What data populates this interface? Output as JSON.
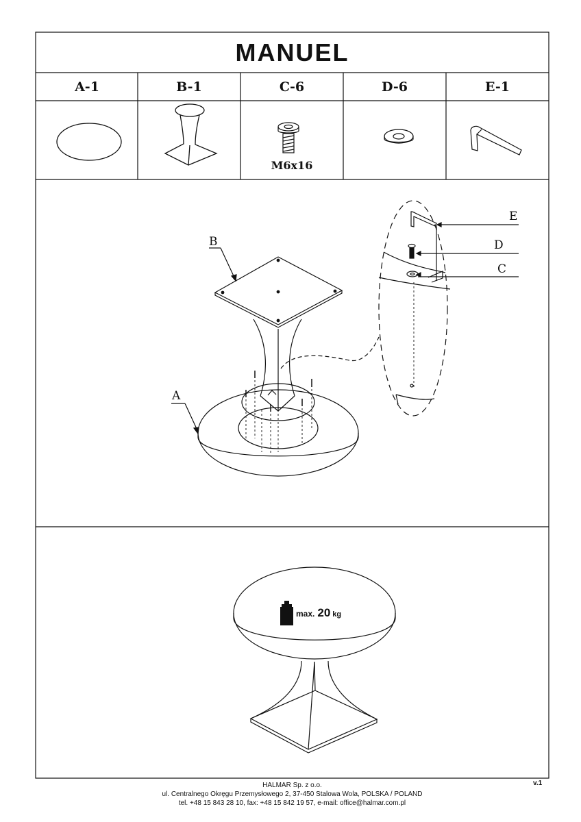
{
  "document": {
    "title": "MANUEL",
    "version": "v.1"
  },
  "parts": [
    {
      "label": "A-1"
    },
    {
      "label": "B-1"
    },
    {
      "label": "C-6"
    },
    {
      "label": "D-6"
    },
    {
      "label": "E-1"
    }
  ],
  "screw_size": "M6x16",
  "assembly_callouts": {
    "a": "A",
    "b": "B",
    "c": "C",
    "d": "D",
    "e": "E"
  },
  "load": {
    "prefix": "max.",
    "value": "20",
    "unit": "kg"
  },
  "footer": {
    "company": "HALMAR Sp. z o.o.",
    "address": "ul. Centralnego Okręgu Przemysłowego 2, 37-450 Stalowa Wola, POLSKA / POLAND",
    "contact": "tel. +48 15 843 28 10, fax: +48 15 842 19 57, e-mail: office@halmar.com.pl"
  }
}
